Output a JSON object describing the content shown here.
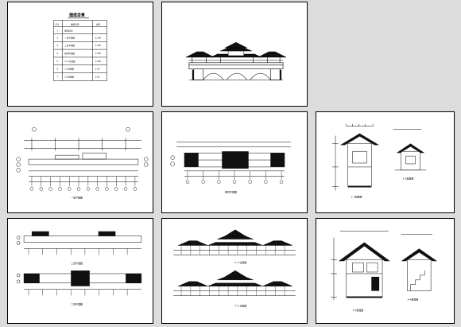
{
  "sheets": {
    "index": {
      "title": "图纸目录",
      "columns": [
        "序号",
        "图纸名称",
        "比例"
      ],
      "rows": [
        {
          "no": "1",
          "name": "图纸目录",
          "scale": ""
        },
        {
          "no": "2",
          "name": "一层平面图",
          "scale": "1:100"
        },
        {
          "no": "3",
          "name": "二层平面图",
          "scale": "1:100"
        },
        {
          "no": "4",
          "name": "屋顶平面图",
          "scale": "1:100"
        },
        {
          "no": "5",
          "name": "①-⑦立面图",
          "scale": "1:100"
        },
        {
          "no": "6",
          "name": "1-1剖面图",
          "scale": "1:50"
        },
        {
          "no": "7",
          "name": "2-2剖面图",
          "scale": "1:50"
        }
      ]
    },
    "first_floor": {
      "caption": "一层平面图"
    },
    "roof": {
      "caption": "屋顶平面图"
    },
    "section_a": {
      "caption_left": "1-1剖面图",
      "caption_right": "2-2剖面图"
    },
    "second_floor": {
      "caption": "二层平面图",
      "caption_lower": "二层平面图"
    },
    "elevation": {
      "caption_top": "①-⑦立面图",
      "caption_bottom": "⑦-①立面图"
    },
    "section_b": {
      "caption_left": "3-3剖面图",
      "caption_right": "4-4剖面图"
    }
  }
}
